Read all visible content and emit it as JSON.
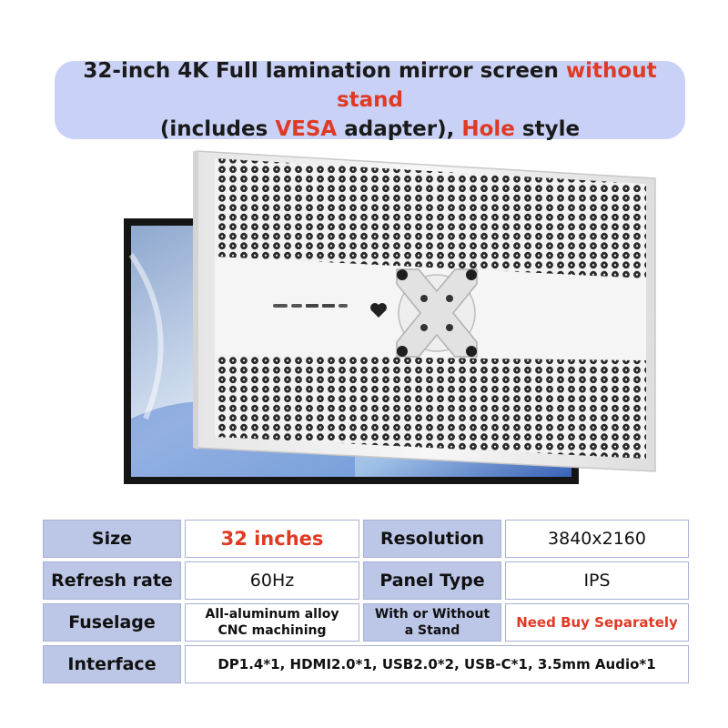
{
  "banner": {
    "line1_a": "32-inch 4K Full lamination mirror screen ",
    "line1_b": "without stand",
    "line2_a": "(includes ",
    "line2_b": "VESA",
    "line2_c": " adapter), ",
    "line2_d": "Hole",
    "line2_e": " style"
  },
  "specs": {
    "size_label": "Size",
    "size_value": "32 inches",
    "resolution_label": "Resolution",
    "resolution_value": "3840x2160",
    "refresh_label": "Refresh rate",
    "refresh_value": "60Hz",
    "panel_label": "Panel Type",
    "panel_value": "IPS",
    "fuselage_label": "Fuselage",
    "fuselage_value_1": "All-aluminum alloy",
    "fuselage_value_2": "CNC machining",
    "stand_label_1": "With or Without",
    "stand_label_2": "a Stand",
    "stand_value": "Need Buy Separately",
    "interface_label": "Interface",
    "interface_value": "DP1.4*1, HDMI2.0*1, USB2.0*2, USB-C*1, 3.5mm Audio*1"
  },
  "colors": {
    "accent_red": "#e03a25",
    "banner_bg": "#c9d1f6",
    "label_bg": "#bcc6e6"
  }
}
